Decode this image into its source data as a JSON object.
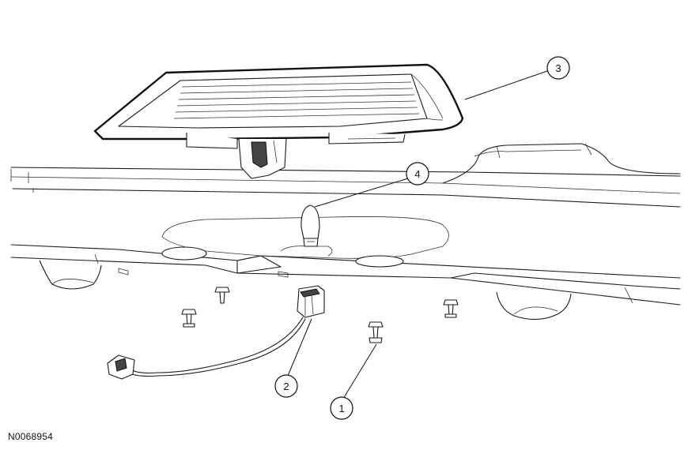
{
  "figure_id": "N0068954",
  "callouts": [
    {
      "number": "1",
      "part": "push-pin-fastener"
    },
    {
      "number": "2",
      "part": "electrical-connector"
    },
    {
      "number": "3",
      "part": "high-mount-brake-lamp-assembly"
    },
    {
      "number": "4",
      "part": "bulb"
    }
  ]
}
